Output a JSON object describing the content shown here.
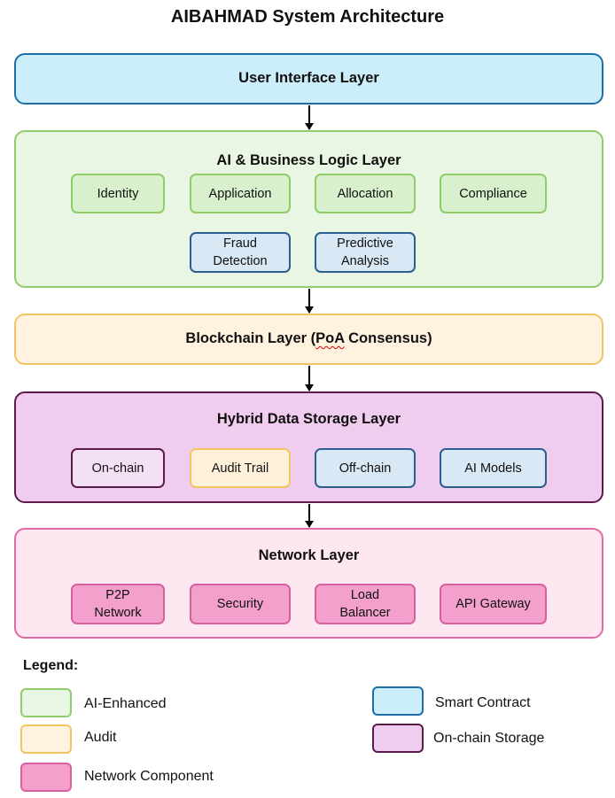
{
  "title": "AIBAHMAD System Architecture",
  "layers": {
    "ui": {
      "title": "User Interface Layer"
    },
    "ai": {
      "title": "AI & Business Logic Layer",
      "components": [
        "Identity",
        "Application",
        "Allocation",
        "Compliance",
        "Fraud\nDetection",
        "Predictive\nAnalysis"
      ]
    },
    "blockchain": {
      "title_prefix": "Blockchain Layer (",
      "title_underlined": "PoA",
      "title_suffix": " Consensus)"
    },
    "storage": {
      "title": "Hybrid Data Storage Layer",
      "components": [
        "On-chain",
        "Audit Trail",
        "Off-chain",
        "AI Models"
      ]
    },
    "network": {
      "title": "Network Layer",
      "components": [
        "P2P\nNetwork",
        "Security",
        "Load\nBalancer",
        "API Gateway"
      ]
    }
  },
  "legend": {
    "title": "Legend:",
    "items": [
      {
        "label": "AI-Enhanced",
        "color": "#e8f6e3",
        "border": "#8fcc6a"
      },
      {
        "label": "Audit",
        "color": "#fff3e0",
        "border": "#f3c560"
      },
      {
        "label": "Network Component",
        "color": "#f4a0cc",
        "border": "#d8609e"
      },
      {
        "label": "Smart Contract",
        "color": "#cceefa",
        "border": "#1f6ea5"
      },
      {
        "label": "On-chain Storage",
        "color": "#f0cdee",
        "border": "#5a1a4a"
      }
    ]
  }
}
